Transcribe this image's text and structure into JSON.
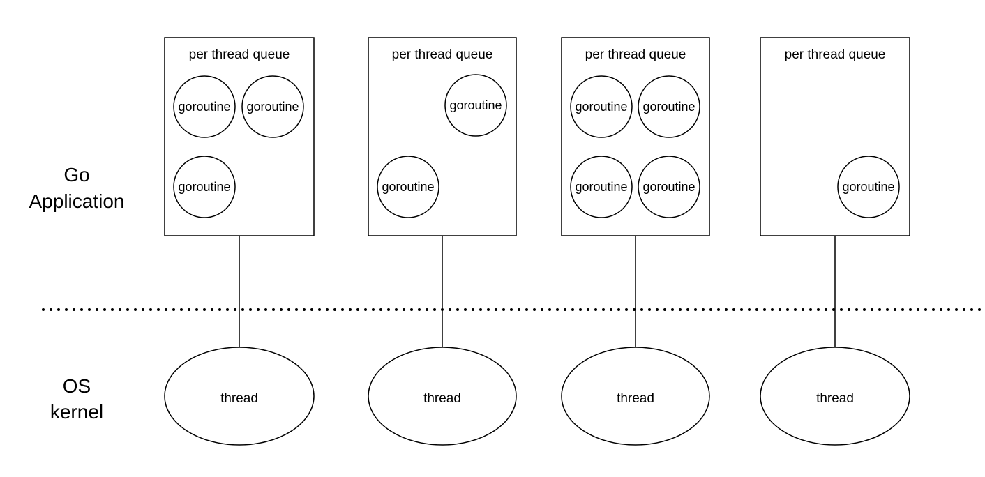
{
  "layers": {
    "application_label": [
      "Go",
      "Application"
    ],
    "kernel_label": [
      "OS",
      "kernel"
    ]
  },
  "queues": [
    {
      "title": "per thread queue",
      "goroutines": [
        "goroutine",
        "goroutine",
        "goroutine"
      ],
      "thread": "thread"
    },
    {
      "title": "per thread queue",
      "goroutines": [
        "goroutine",
        "goroutine"
      ],
      "thread": "thread"
    },
    {
      "title": "per thread queue",
      "goroutines": [
        "goroutine",
        "goroutine",
        "goroutine",
        "goroutine"
      ],
      "thread": "thread"
    },
    {
      "title": "per thread queue",
      "goroutines": [
        "goroutine"
      ],
      "thread": "thread"
    }
  ],
  "colors": {
    "stroke": "#000000",
    "fill": "#ffffff",
    "text": "#000000"
  }
}
